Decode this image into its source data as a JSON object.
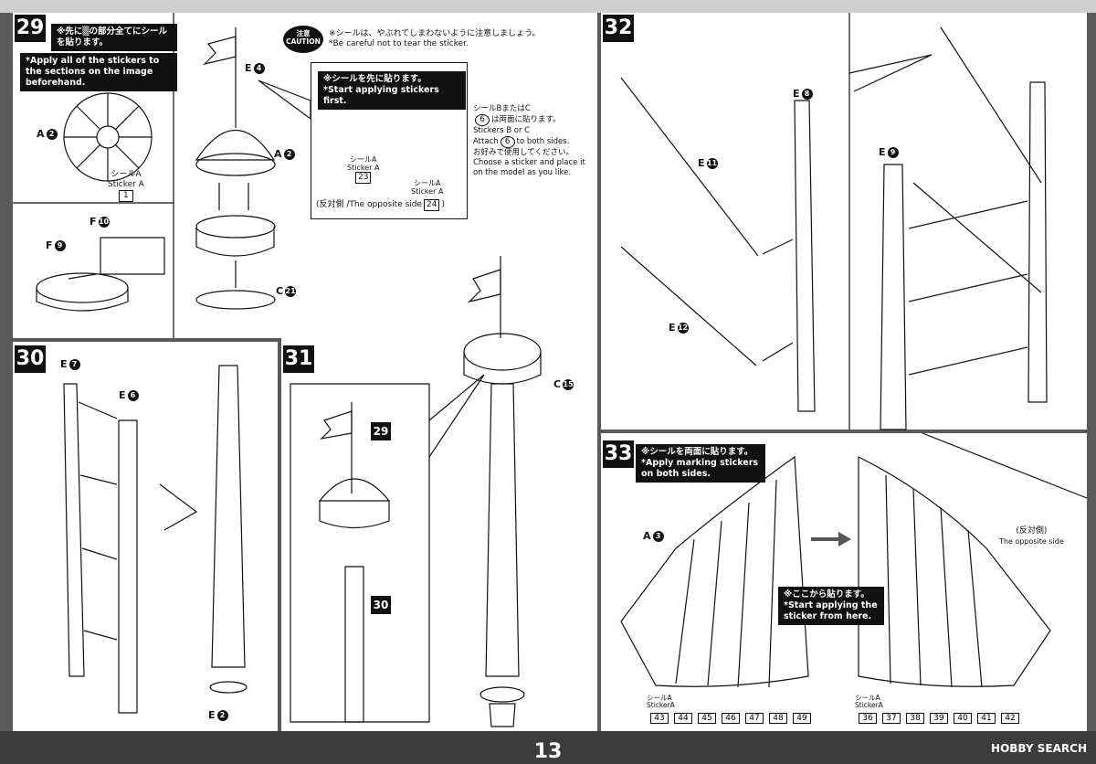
{
  "page_number": "13",
  "watermark": "HOBBY SEARCH",
  "step29": {
    "number": "29",
    "note_jp": "※先に▒の部分全てにシールを貼ります。",
    "note_en": "*Apply all of the stickers to the sections on the image beforehand.",
    "label_a2": "A",
    "a2_num": "2",
    "sticker_label_jp": "シールA",
    "sticker_label_en": "Sticker A",
    "sticker_num": "1",
    "label_e4": "E",
    "e4_num": "4",
    "label_a2b": "A",
    "a2b_num": "2",
    "label_f10": "F",
    "f10_num": "10",
    "label_f9": "F",
    "f9_num": "9",
    "label_c21": "C",
    "c21_num": "21",
    "caution_jp": "注意",
    "caution_en": "CAUTION",
    "caution_text_jp": "※シールは、やぶれてしまわないように注意しましょう。",
    "caution_text_en": "*Be careful not to tear the sticker.",
    "bubble_note_jp": "※シールを先に貼ります。",
    "bubble_note_en": "*Start applying stickers first.",
    "bubble_sticker_a_jp": "シールA",
    "bubble_sticker_a_en": "Sticker A",
    "bubble_sticker_num_left": "23",
    "bubble_sticker_a2_jp": "シールA",
    "bubble_sticker_a2_en": "Sticker A",
    "opposite_jp": "(反対側",
    "opposite_en": "/The opposite side",
    "opposite_num": "24",
    "opposite_close": ")",
    "bc_label_jp": "シールBまたはC",
    "bc_num": "6",
    "bc_both_jp": "は両面に貼ります。",
    "bc_label_en": "Stickers B or C",
    "bc_attach_en": "Attach",
    "bc_attach_en2": "to both sides.",
    "bc_choose_jp": "お好みで使用してください。",
    "bc_choose_en": "Choose a sticker and place it on the model as you like."
  },
  "step30": {
    "number": "30",
    "label_e7": "E",
    "e7_num": "7",
    "label_e6": "E",
    "e6_num": "6",
    "label_e2": "E",
    "e2_num": "2"
  },
  "step31": {
    "number": "31",
    "ref_29": "29",
    "ref_30": "30",
    "label_c15": "C",
    "c15_num": "15"
  },
  "step32": {
    "number": "32",
    "label_e8": "E",
    "e8_num": "8",
    "label_e11": "E",
    "e11_num": "11",
    "label_e12": "E",
    "e12_num": "12",
    "label_e9": "E",
    "e9_num": "9"
  },
  "step33": {
    "number": "33",
    "note_jp": "※シールを両面に貼ります。",
    "note_en": "*Apply marking stickers on both sides.",
    "label_a3": "A",
    "a3_num": "3",
    "opposite_jp": "(反対側)",
    "opposite_en": "The opposite side",
    "start_jp": "※ここから貼ります。",
    "start_en": "*Start applying the sticker from here.",
    "sticker_a_jp": "シールA",
    "sticker_a_en": "StickerA",
    "left_stickers": [
      "43",
      "44",
      "45",
      "46",
      "47",
      "48",
      "49"
    ],
    "right_sticker_a_jp": "シールA",
    "right_sticker_a_en": "StickerA",
    "right_stickers": [
      "36",
      "37",
      "38",
      "39",
      "40",
      "41",
      "42"
    ]
  }
}
